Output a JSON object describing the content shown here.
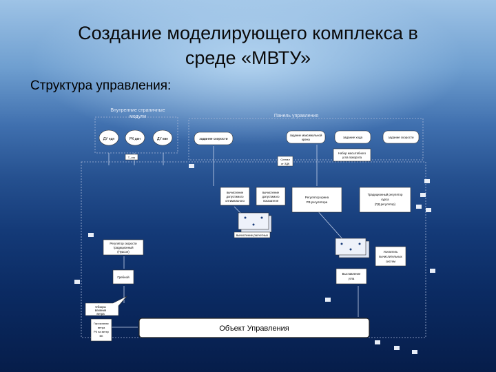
{
  "slide": {
    "title_line1": "Создание моделирующего комплекса в",
    "title_line2": "среде «МВТУ»",
    "subtitle": "Структура управления:"
  },
  "diagram": {
    "group_internal_label": [
      "Внутренние страничные",
      "модули"
    ],
    "group_panel_label": "Панель управления",
    "circles": [
      "ДУ ндп",
      "РК двн",
      "ДУ ввн",
      "задание скорости"
    ],
    "panel_nodes": [
      "задание максимальной",
      "крена",
      "задание хода",
      "задание скорости",
      "Набор масштабного",
      "угла поворота"
    ],
    "small_labels": [
      "Сигнал",
      "от ЗДК",
      "Т_огр"
    ],
    "calc_blocks": [
      [
        "вычисление",
        "допустимого",
        "оптимального"
      ],
      [
        "вычисление",
        "допустимого",
        "показателя"
      ],
      [
        "Регулятор крена",
        "РВ регулятора"
      ],
      [
        "Традиционный регулятор",
        "курса",
        "(ПД регулятор)"
      ]
    ],
    "stacked_label": "вычисление расчетных",
    "mid_blocks": [
      [
        "Регулятор скорости",
        "традиционный",
        "(Пуасон)"
      ],
      [
        "Усилитель",
        "вычислительных",
        "систем"
      ],
      [
        "Гребной"
      ],
      [
        "Выставление",
        "угла"
      ],
      [
        "Обзоры",
        "влияния",
        "ветра"
      ],
      [
        "Гирокомпас",
        "ветра",
        "РК на ветер",
        "ВК"
      ]
    ],
    "object_label": "Объект Управления"
  }
}
